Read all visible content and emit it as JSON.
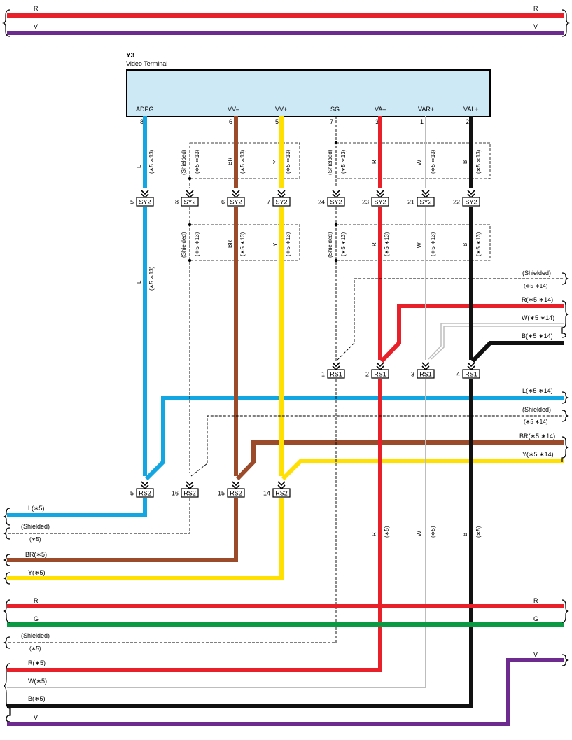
{
  "colors": {
    "R": "#e8202a",
    "V": "#6d2a8f",
    "L": "#12a7e2",
    "BR": "#9c4b2a",
    "Y": "#ffe000",
    "G": "#0b9a44",
    "W": "#bdbdbd",
    "B": "#111111",
    "terminal_fill": "#cde9f5"
  },
  "terminal": {
    "id": "Y3",
    "name": "Video Terminal",
    "pins": [
      {
        "label": "ADPG",
        "num": "8"
      },
      {
        "label": "VV–",
        "num": "6"
      },
      {
        "label": "VV+",
        "num": "5"
      },
      {
        "label": "SG",
        "num": "7"
      },
      {
        "label": "VA–",
        "num": "3"
      },
      {
        "label": "VAR+",
        "num": "1"
      },
      {
        "label": "VAL+",
        "num": "2"
      }
    ]
  },
  "top_wires": {
    "r_left": "R",
    "r_right": "R",
    "v_left": "V",
    "v_right": "V"
  },
  "wire_labels": {
    "l": "L",
    "br": "BR",
    "y": "Y",
    "r": "R",
    "w": "W",
    "b": "B",
    "shielded": "(Shielded)",
    "n513": "(∗5 ∗13)",
    "n5": "(∗5)",
    "n514": "(∗5 ∗14)"
  },
  "sy2": [
    {
      "pin": "5",
      "name": "SY2"
    },
    {
      "pin": "8",
      "name": "SY2"
    },
    {
      "pin": "6",
      "name": "SY2"
    },
    {
      "pin": "7",
      "name": "SY2"
    },
    {
      "pin": "24",
      "name": "SY2"
    },
    {
      "pin": "23",
      "name": "SY2"
    },
    {
      "pin": "21",
      "name": "SY2"
    },
    {
      "pin": "22",
      "name": "SY2"
    }
  ],
  "rs1": [
    {
      "pin": "1",
      "name": "RS1"
    },
    {
      "pin": "2",
      "name": "RS1"
    },
    {
      "pin": "3",
      "name": "RS1"
    },
    {
      "pin": "4",
      "name": "RS1"
    }
  ],
  "rs2": [
    {
      "pin": "5",
      "name": "RS2"
    },
    {
      "pin": "16",
      "name": "RS2"
    },
    {
      "pin": "15",
      "name": "RS2"
    },
    {
      "pin": "14",
      "name": "RS2"
    }
  ],
  "right_labels": {
    "shielded_a": "(Shielded)",
    "shielded_a_note": "(∗5 ∗14)",
    "r": "R(∗5 ∗14)",
    "w": "W(∗5 ∗14)",
    "b": "B(∗5 ∗14)",
    "l": "L(∗5 ∗14)",
    "shielded_b": "(Shielded)",
    "shielded_b_note": "(∗5 ∗14)",
    "br": "BR(∗5 ∗14)",
    "y": "Y(∗5 ∗14)"
  },
  "left_labels": {
    "l": "L(∗5)",
    "shielded": "(Shielded)",
    "shielded_note": "(∗5)",
    "br": "BR(∗5)",
    "y": "Y(∗5)",
    "r_bus": "R",
    "g_bus": "G",
    "shielded2": "(Shielded)",
    "shielded2_note": "(∗5)",
    "r5": "R(∗5)",
    "w5": "W(∗5)",
    "b5": "B(∗5)",
    "v_bus": "V"
  },
  "bottom_right_labels": {
    "r": "R",
    "g": "G",
    "v": "V"
  }
}
